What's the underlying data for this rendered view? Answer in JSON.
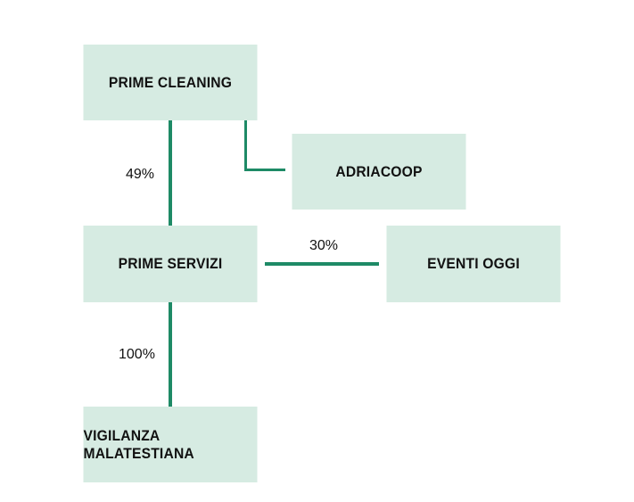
{
  "diagram": {
    "nodes": {
      "prime_cleaning": "PRIME CLEANING",
      "adriacoop": "ADRIACOOP",
      "prime_servizi": "PRIME SERVIZI",
      "eventi_oggi": "EVENTI OGGI",
      "vigilanza_malatestiana": "VIGILANZA MALATESTIANA"
    },
    "edges": {
      "cleaning_to_servizi": "49%",
      "servizi_to_eventi": "30%",
      "servizi_to_vigilanza": "100%"
    },
    "colors": {
      "box_fill": "#d6ebe2",
      "connector": "#1e8a66"
    }
  }
}
